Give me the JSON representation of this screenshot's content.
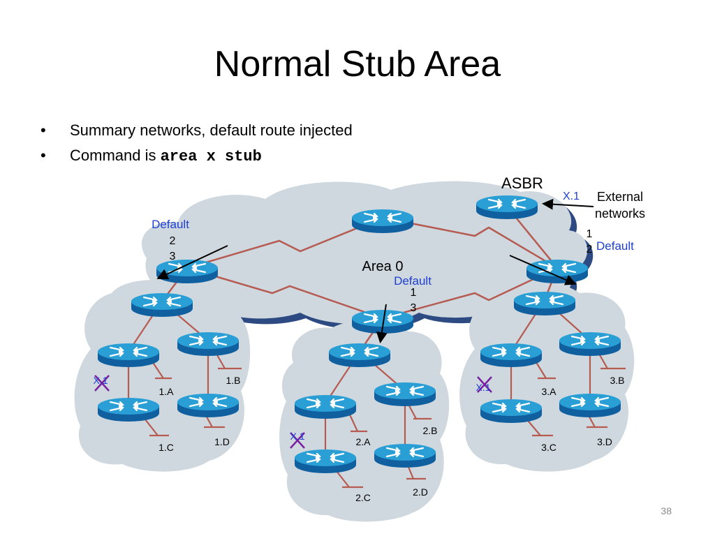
{
  "title": "Normal Stub Area",
  "bullets": [
    {
      "text": "Summary networks, default route injected"
    },
    {
      "text": "Command is ",
      "code": "area x stub"
    }
  ],
  "diagram": {
    "area0_label": "Area 0",
    "asbr_label": "ASBR",
    "x1_label": "X.1",
    "external_label_line1": "External",
    "external_label_line2": "networks",
    "default_left": {
      "label": "Default",
      "n1": "2",
      "n2": "3"
    },
    "default_center": {
      "label": "Default",
      "n1": "1",
      "n2": "3"
    },
    "default_right": {
      "label": "Default",
      "n1": "1",
      "n2": "2"
    },
    "area1_networks": [
      "1.A",
      "1.B",
      "1.C",
      "1.D"
    ],
    "area2_networks": [
      "2.A",
      "2.B",
      "2.C",
      "2.D"
    ],
    "area3_networks": [
      "3.A",
      "3.B",
      "3.C",
      "3.D"
    ],
    "blocked_x1_label": "X.1",
    "colors": {
      "cloud_fill": "#cfd8de",
      "cloud_edge": "#2e4a82",
      "router_top": "#2a9fd6",
      "router_side": "#1060a0",
      "link": "#b55b52",
      "blue_text": "#1f3fd0",
      "blocked_x": "#7a1fa0"
    }
  },
  "slide_number": "38"
}
